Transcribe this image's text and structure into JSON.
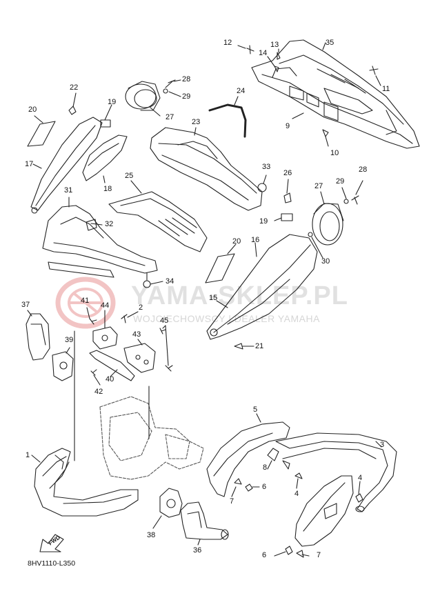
{
  "diagram": {
    "code": "8HV1110-L350",
    "fwd_label": "FWD",
    "callouts": [
      {
        "id": "c1",
        "text": "1"
      },
      {
        "id": "c2",
        "text": "2"
      },
      {
        "id": "c3",
        "text": "3"
      },
      {
        "id": "c4a",
        "text": "4"
      },
      {
        "id": "c4b",
        "text": "4"
      },
      {
        "id": "c5",
        "text": "5"
      },
      {
        "id": "c6a",
        "text": "6"
      },
      {
        "id": "c6b",
        "text": "6"
      },
      {
        "id": "c7a",
        "text": "7"
      },
      {
        "id": "c7b",
        "text": "7"
      },
      {
        "id": "c8",
        "text": "8"
      },
      {
        "id": "c9",
        "text": "9"
      },
      {
        "id": "c10",
        "text": "10"
      },
      {
        "id": "c11",
        "text": "11"
      },
      {
        "id": "c12",
        "text": "12"
      },
      {
        "id": "c13",
        "text": "13"
      },
      {
        "id": "c14",
        "text": "14"
      },
      {
        "id": "c15",
        "text": "15"
      },
      {
        "id": "c16",
        "text": "16"
      },
      {
        "id": "c17",
        "text": "17"
      },
      {
        "id": "c18",
        "text": "18"
      },
      {
        "id": "c19a",
        "text": "19"
      },
      {
        "id": "c19b",
        "text": "19"
      },
      {
        "id": "c20a",
        "text": "20"
      },
      {
        "id": "c20b",
        "text": "20"
      },
      {
        "id": "c21",
        "text": "21"
      },
      {
        "id": "c22",
        "text": "22"
      },
      {
        "id": "c23",
        "text": "23"
      },
      {
        "id": "c24",
        "text": "24"
      },
      {
        "id": "c25",
        "text": "25"
      },
      {
        "id": "c26",
        "text": "26"
      },
      {
        "id": "c27a",
        "text": "27"
      },
      {
        "id": "c27b",
        "text": "27"
      },
      {
        "id": "c28a",
        "text": "28"
      },
      {
        "id": "c28b",
        "text": "28"
      },
      {
        "id": "c29a",
        "text": "29"
      },
      {
        "id": "c29b",
        "text": "29"
      },
      {
        "id": "c30",
        "text": "30"
      },
      {
        "id": "c31",
        "text": "31"
      },
      {
        "id": "c32",
        "text": "32"
      },
      {
        "id": "c33",
        "text": "33"
      },
      {
        "id": "c34",
        "text": "34"
      },
      {
        "id": "c35",
        "text": "35"
      },
      {
        "id": "c36",
        "text": "36"
      },
      {
        "id": "c37",
        "text": "37"
      },
      {
        "id": "c38",
        "text": "38"
      },
      {
        "id": "c39",
        "text": "39"
      },
      {
        "id": "c40",
        "text": "40"
      },
      {
        "id": "c41",
        "text": "41"
      },
      {
        "id": "c42",
        "text": "42"
      },
      {
        "id": "c43",
        "text": "43"
      },
      {
        "id": "c44",
        "text": "44"
      },
      {
        "id": "c45",
        "text": "45"
      }
    ]
  },
  "watermark": {
    "title": "YAMA-SKLEP.PL",
    "subtitle": "WOJCIECHOWSCY | DEALER YAMAHA",
    "color": "#e8a0a0"
  }
}
